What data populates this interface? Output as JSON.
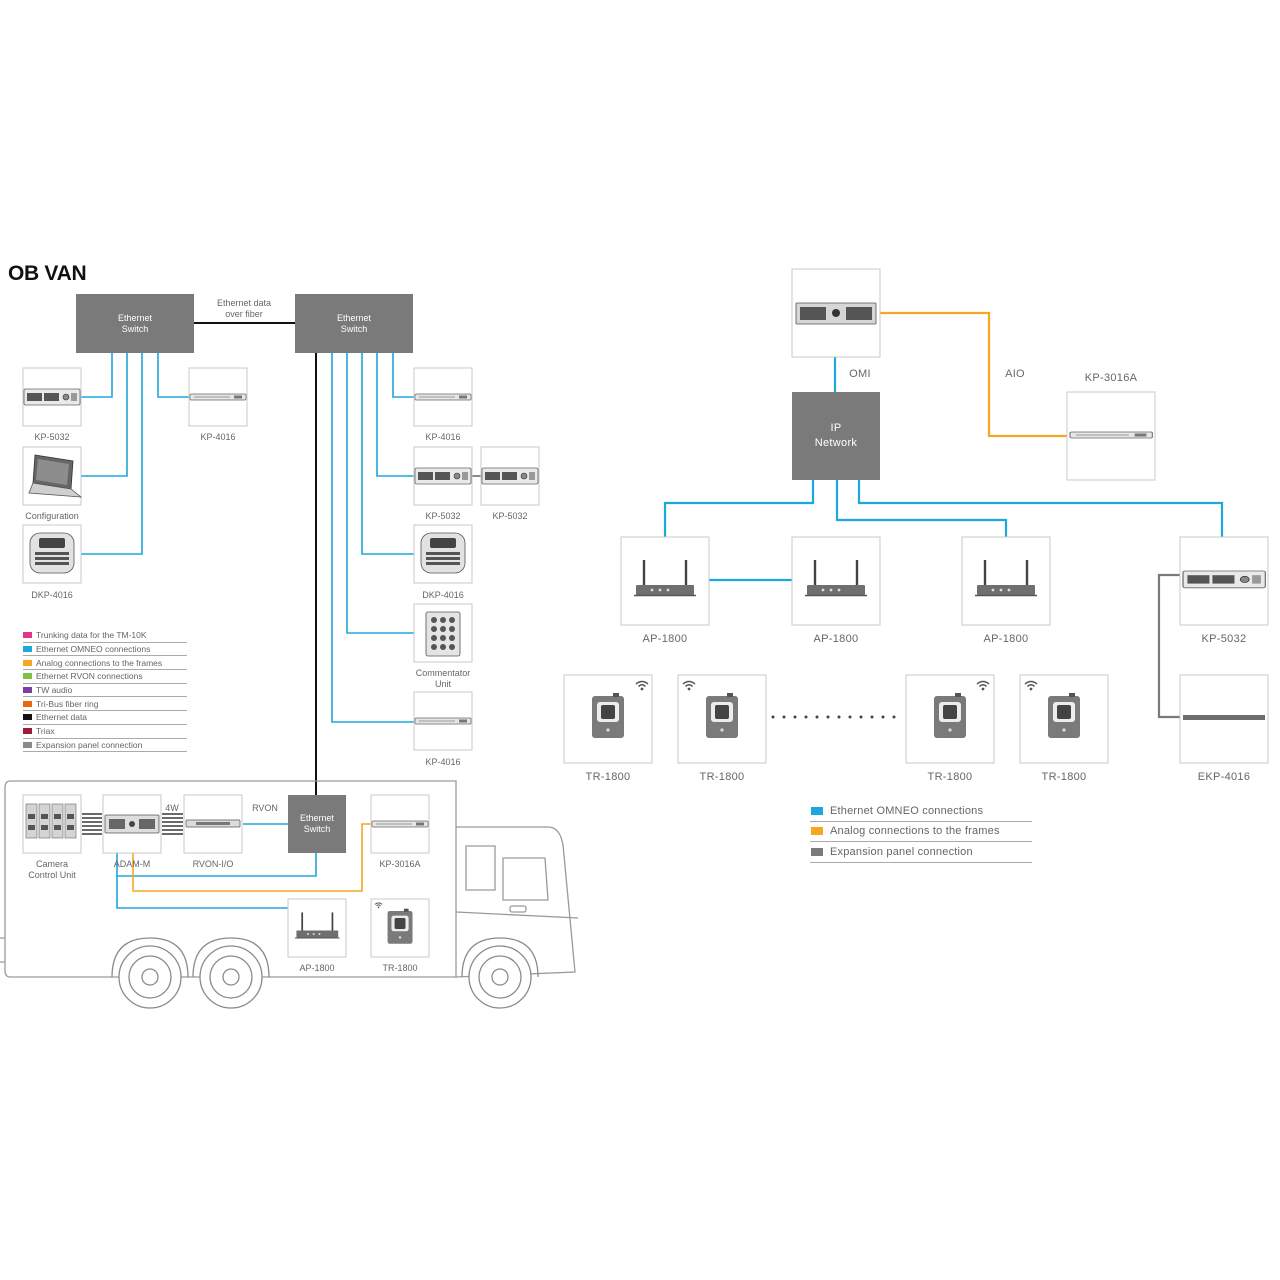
{
  "title": "OB VAN",
  "colors": {
    "omneo": "#1ea7dd",
    "analog": "#f5a623",
    "ethernet": "#111111",
    "expansion": "#7a7a7a",
    "trunking": "#e2368b",
    "rvon": "#7dc242",
    "tw": "#7b3fa0",
    "tribus": "#e86a10",
    "triax": "#9c1c3a",
    "switch_fill": "#7a7a7a"
  },
  "left": {
    "switch1": "Ethernet\nSwitch",
    "switch2": "Ethernet\nSwitch",
    "fiber_label": "Ethernet data\nover fiber",
    "devices": {
      "kp5032_a": "KP-5032",
      "kp4016_a": "KP-4016",
      "configuration": "Configuration",
      "dkp4016_a": "DKP-4016",
      "kp4016_b": "KP-4016",
      "kp5032_b": "KP-5032",
      "kp5032_c": "KP-5032",
      "dkp4016_b": "DKP-4016",
      "commentator": "Commentator\nUnit",
      "kp4016_c": "KP-4016"
    },
    "legend": [
      {
        "label": "Trunking data for the TM-10K",
        "color": "#e2368b"
      },
      {
        "label": "Ethernet OMNEO connections",
        "color": "#1ea7dd"
      },
      {
        "label": "Analog connections to the frames",
        "color": "#f5a623"
      },
      {
        "label": "Ethernet RVON connections",
        "color": "#7dc242"
      },
      {
        "label": "TW audio",
        "color": "#7b3fa0"
      },
      {
        "label": "Tri-Bus fiber ring",
        "color": "#e86a10"
      },
      {
        "label": "Ethernet data",
        "color": "#111111"
      },
      {
        "label": "Triax",
        "color": "#9c1c3a"
      },
      {
        "label": "Expansion panel connection",
        "color": "#8a8a8a"
      }
    ],
    "truck": {
      "switch": "Ethernet\nSwitch",
      "camera_unit": "Camera\nControl Unit",
      "adam_m": "ADAM-M",
      "rvon_io": "RVON-I/O",
      "kp3016a": "KP-3016A",
      "ap1800": "AP-1800",
      "tr1800": "TR-1800",
      "label_4w": "4W",
      "label_rvon": "RVON"
    }
  },
  "right": {
    "ip_network": "IP\nNetwork",
    "omi": "OMI",
    "aio": "AIO",
    "kp3016a": "KP-3016A",
    "ap": [
      "AP-1800",
      "AP-1800",
      "AP-1800"
    ],
    "kp5032": "KP-5032",
    "ekp4016": "EKP-4016",
    "tr": [
      "TR-1800",
      "TR-1800",
      "TR-1800",
      "TR-1800"
    ],
    "legend": [
      {
        "label": "Ethernet OMNEO connections",
        "color": "#1ea7dd"
      },
      {
        "label": "Analog connections to the frames",
        "color": "#f5a623"
      },
      {
        "label": "Expansion panel connection",
        "color": "#7a7a7a"
      }
    ]
  }
}
